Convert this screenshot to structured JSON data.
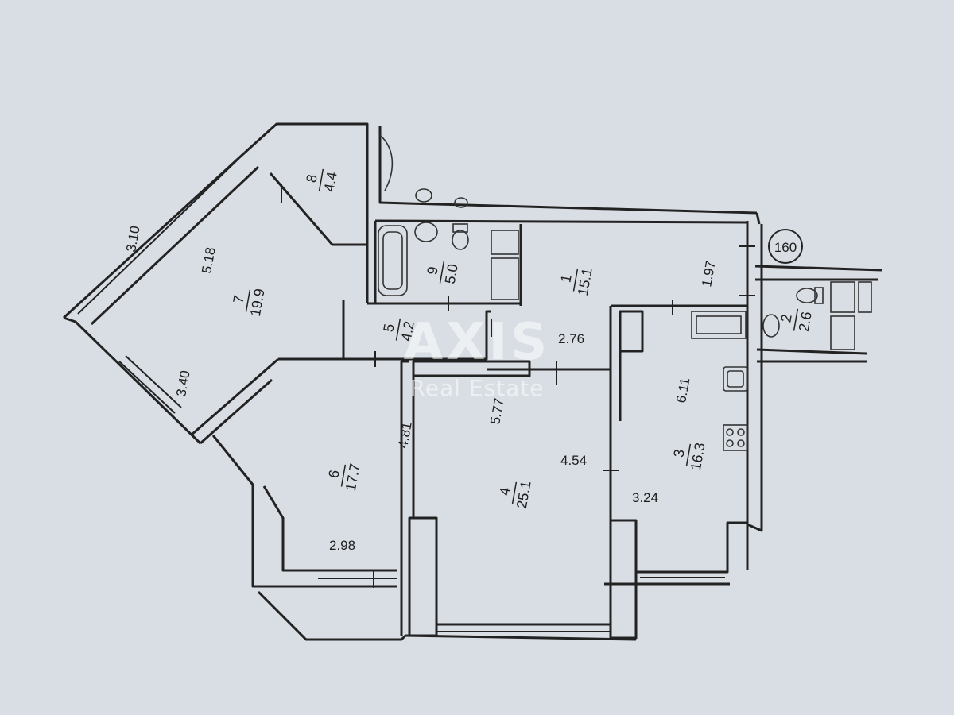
{
  "watermark": {
    "brand": "AXIS",
    "subtitle": "Real Estate"
  },
  "shaft_label": "160",
  "rooms": [
    {
      "id": "room-1",
      "number": "1",
      "area": "15.1"
    },
    {
      "id": "room-2",
      "number": "2",
      "area": "2.6"
    },
    {
      "id": "room-3",
      "number": "3",
      "area": "16.3"
    },
    {
      "id": "room-4",
      "number": "4",
      "area": "25.1"
    },
    {
      "id": "room-5",
      "number": "5",
      "area": "4.2"
    },
    {
      "id": "room-6",
      "number": "6",
      "area": "17.7"
    },
    {
      "id": "room-7",
      "number": "7",
      "area": "19.9"
    },
    {
      "id": "room-8",
      "number": "8",
      "area": "4.4"
    },
    {
      "id": "room-9",
      "number": "9",
      "area": "5.0"
    }
  ],
  "dimensions": [
    "3.10",
    "5.18",
    "3.40",
    "4.81",
    "2.98",
    "5.77",
    "4.54",
    "2.76",
    "1.97",
    "6.11",
    "3.24"
  ]
}
